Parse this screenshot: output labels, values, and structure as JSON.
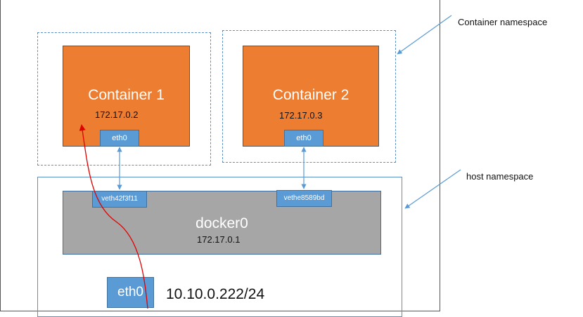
{
  "labels": {
    "container_namespace": "Container namespace",
    "host_namespace": "host namespace"
  },
  "containers": [
    {
      "name": "Container 1",
      "ip": "172.17.0.2",
      "iface": "eth0"
    },
    {
      "name": "Container 2",
      "ip": "172.17.0.3",
      "iface": "eth0"
    }
  ],
  "bridge": {
    "name": "docker0",
    "ip": "172.17.0.1",
    "veths": [
      "veth42f3f11",
      "vethe8589bd"
    ]
  },
  "host": {
    "iface": "eth0",
    "ip": "10.10.0.222/24"
  },
  "colors": {
    "container": "#ed7d31",
    "interface": "#5b9bd5",
    "bridge": "#a6a6a6",
    "line": "#5b9bd5",
    "packet_path": "#e00000"
  }
}
